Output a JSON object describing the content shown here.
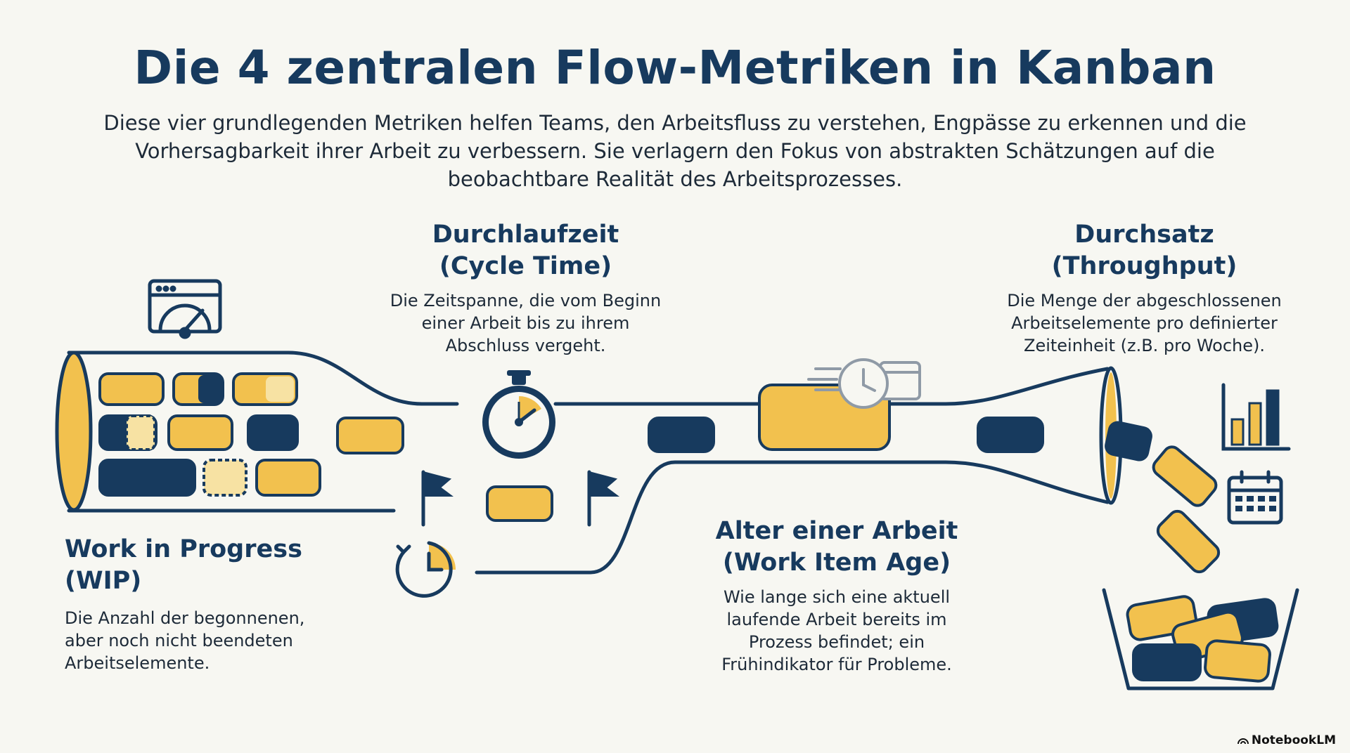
{
  "title": "Die 4 zentralen Flow-Metriken in Kanban",
  "intro": "Diese vier grundlegenden Metriken helfen Teams, den Arbeitsfluss zu verstehen, Engpässe zu erkennen und die Vorhersagbarkeit ihrer Arbeit zu verbessern. Sie verlagern den Fokus von abstrakten Schätzungen auf die beobachtbare Realität des Arbeitsprozesses.",
  "metrics": {
    "cycle_time": {
      "title_line1": "Durchlaufzeit",
      "title_line2": "(Cycle Time)",
      "desc_line1": "Die Zeitspanne, die vom Beginn",
      "desc_line2": "einer Arbeit bis zu ihrem",
      "desc_line3": "Abschluss vergeht."
    },
    "throughput": {
      "title_line1": "Durchsatz",
      "title_line2": "(Throughput)",
      "desc_line1": "Die Menge der abgeschlossenen",
      "desc_line2": "Arbeitselemente pro definierter",
      "desc_line3": "Zeiteinheit (z.B. pro Woche)."
    },
    "wip": {
      "title_line1": "Work in Progress",
      "title_line2": "(WIP)",
      "desc_line1": "Die Anzahl der begonnenen,",
      "desc_line2": "aber noch nicht beendeten",
      "desc_line3": "Arbeitselemente."
    },
    "age": {
      "title_line1": "Alter einer Arbeit",
      "title_line2": "(Work Item Age)",
      "desc_line1": "Wie lange sich eine aktuell",
      "desc_line2": "laufende Arbeit bereits im",
      "desc_line3": "Prozess befindet; ein",
      "desc_line4": "Frühindikator für Probleme."
    }
  },
  "icons": {
    "gauge": "dashboard-gauge-icon",
    "stopwatch": "stopwatch-icon",
    "clock_calendar": "clock-calendar-icon",
    "flag": "flag-icon",
    "timer": "timer-icon",
    "bar_chart": "bar-chart-icon",
    "calendar": "calendar-icon",
    "bin": "bin-icon"
  },
  "colors": {
    "navy": "#173a5e",
    "yellow": "#f2c14e",
    "background": "#f7f7f2"
  },
  "brand": "NotebookLM"
}
